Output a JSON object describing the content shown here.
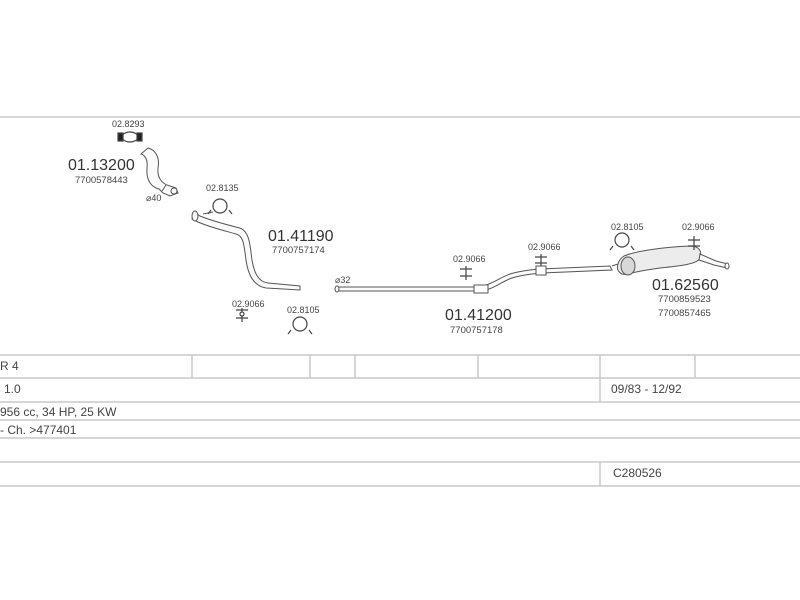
{
  "diagram": {
    "parts": {
      "front_pipe": {
        "number": "01.13200",
        "oe": "7700578443"
      },
      "middle_pipe": {
        "number": "01.41190",
        "oe": "7700757174"
      },
      "long_pipe": {
        "number": "01.41200",
        "oe": "7700757178"
      },
      "rear_silencer": {
        "number": "01.62560",
        "oe": [
          "7700859523",
          "7700857465"
        ]
      }
    },
    "fittings": {
      "clamp_top": "02.8293",
      "hanger_a": "02.8135",
      "hanger_b": "02.9066",
      "hanger_c": "02.8105",
      "hanger_d": "02.9066",
      "hanger_e": "02.9066",
      "hanger_f": "02.8105",
      "hanger_g": "02.9066"
    },
    "diameters": {
      "front": "⌀40",
      "middle": "⌀32"
    }
  },
  "table": {
    "model": "R 4",
    "engine": "1.0",
    "years": "09/83 - 12/92",
    "specs": "956 cc, 34 HP, 25 KW",
    "chassis": "- Ch. >477401",
    "code": "C280526"
  }
}
